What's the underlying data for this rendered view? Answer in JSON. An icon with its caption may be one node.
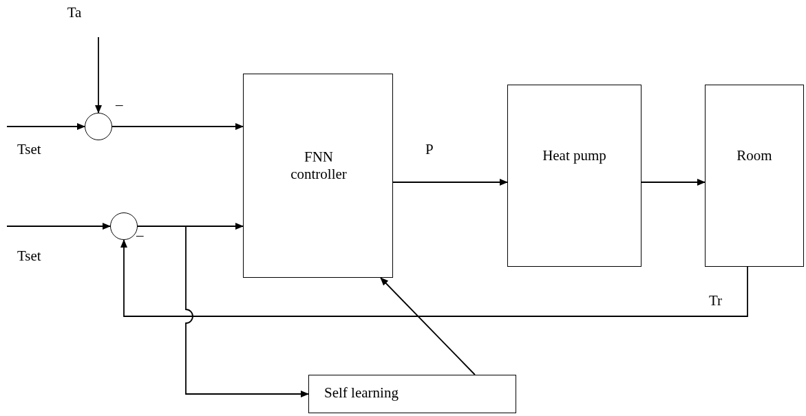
{
  "diagram": {
    "nodes": [
      {
        "text": [
          "Ta"
        ]
      },
      {
        "text": [],
        "shape": "circle"
      },
      {
        "text": [],
        "shape": "circle"
      },
      {
        "text": [
          "FNN controller"
        ]
      },
      {
        "text": [
          "Heat pump"
        ]
      },
      {
        "text": [
          "Room"
        ]
      },
      {
        "text": [
          "Self learning"
        ]
      }
    ],
    "edges": [
      {
        "from": 0,
        "to": 1,
        "arrow": "to"
      },
      {
        "from": null,
        "to": 1,
        "arrow": "to"
      },
      {
        "from": 1,
        "to": 3,
        "arrow": "to"
      },
      {
        "from": null,
        "to": 2,
        "arrow": "to"
      },
      {
        "from": 2,
        "to": 3,
        "arrow": "to"
      },
      {
        "from": 2,
        "to": 6,
        "arrow": "to"
      },
      {
        "from": 3,
        "to": 4,
        "arrow": "to",
        "label": "P"
      },
      {
        "from": 4,
        "to": 5,
        "arrow": "to"
      },
      {
        "from": 5,
        "to": 2,
        "arrow": "to",
        "label": "Tr"
      },
      {
        "from": 6,
        "to": 3,
        "arrow": "to"
      }
    ],
    "labels": [
      "–",
      "Tset",
      "–",
      "Tset"
    ]
  }
}
